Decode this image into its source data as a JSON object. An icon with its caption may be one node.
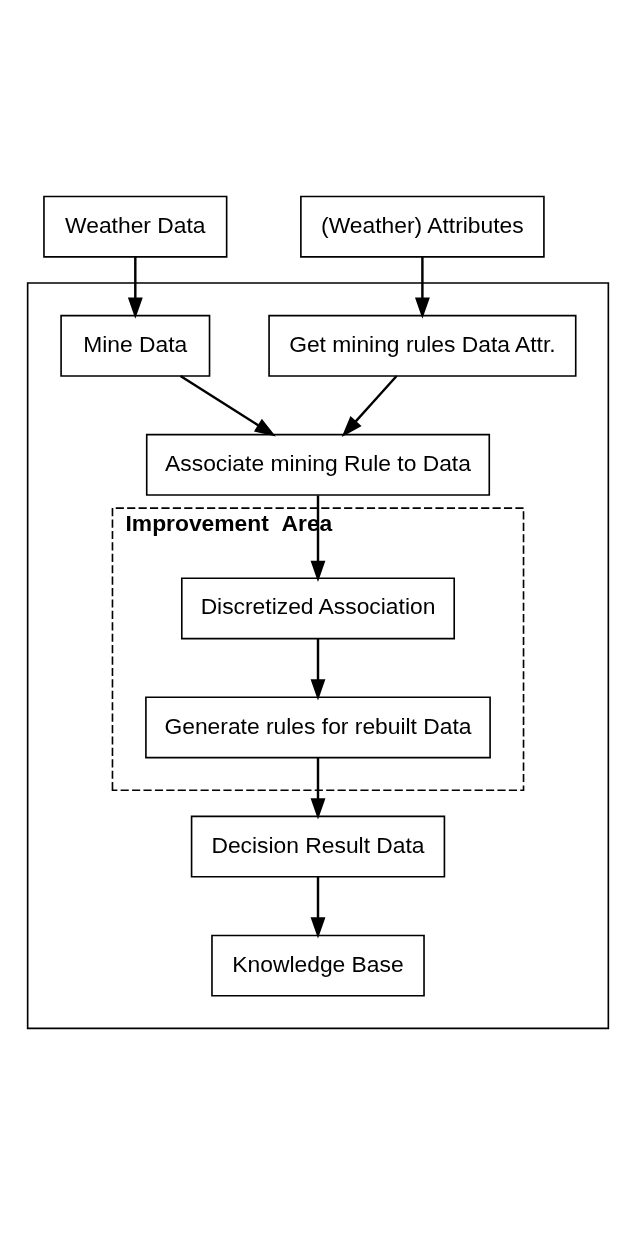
{
  "diagram": {
    "nodes": [
      {
        "text": [
          "Weather Data"
        ]
      },
      {
        "text": [],
        "shape": "box"
      },
      {
        "text": [
          "Mine Data"
        ],
        "in": 1
      },
      {
        "text": [
          "(Weather) Attributes"
        ]
      },
      {
        "text": [
          "Get mining rules Data Attr."
        ],
        "in": 1
      },
      {
        "text": [
          "Associate mining Rule to Data"
        ],
        "in": 1
      },
      {
        "text": [
          "Improvement  Area"
        ],
        "in": 1
      },
      {
        "text": [
          "Discretized Association"
        ],
        "in": 6
      },
      {
        "text": [
          "Generate rules for rebuilt Data"
        ],
        "in": 6
      },
      {
        "text": [
          "Decision Result Data"
        ],
        "in": 1
      },
      {
        "text": [
          "Knowledge Base"
        ],
        "in": 1
      }
    ],
    "edges": [
      {
        "from": 0,
        "to": 2,
        "arrow": "to"
      },
      {
        "from": 2,
        "to": 5,
        "arrow": "to"
      },
      {
        "from": 3,
        "to": 4,
        "arrow": "to"
      },
      {
        "from": 4,
        "to": 5,
        "arrow": "to"
      },
      {
        "from": 5,
        "to": 7,
        "arrow": "to"
      },
      {
        "from": 7,
        "to": 8,
        "arrow": "to"
      },
      {
        "from": 8,
        "to": 9,
        "arrow": "to"
      },
      {
        "from": 9,
        "to": 10,
        "arrow": "to"
      }
    ]
  }
}
